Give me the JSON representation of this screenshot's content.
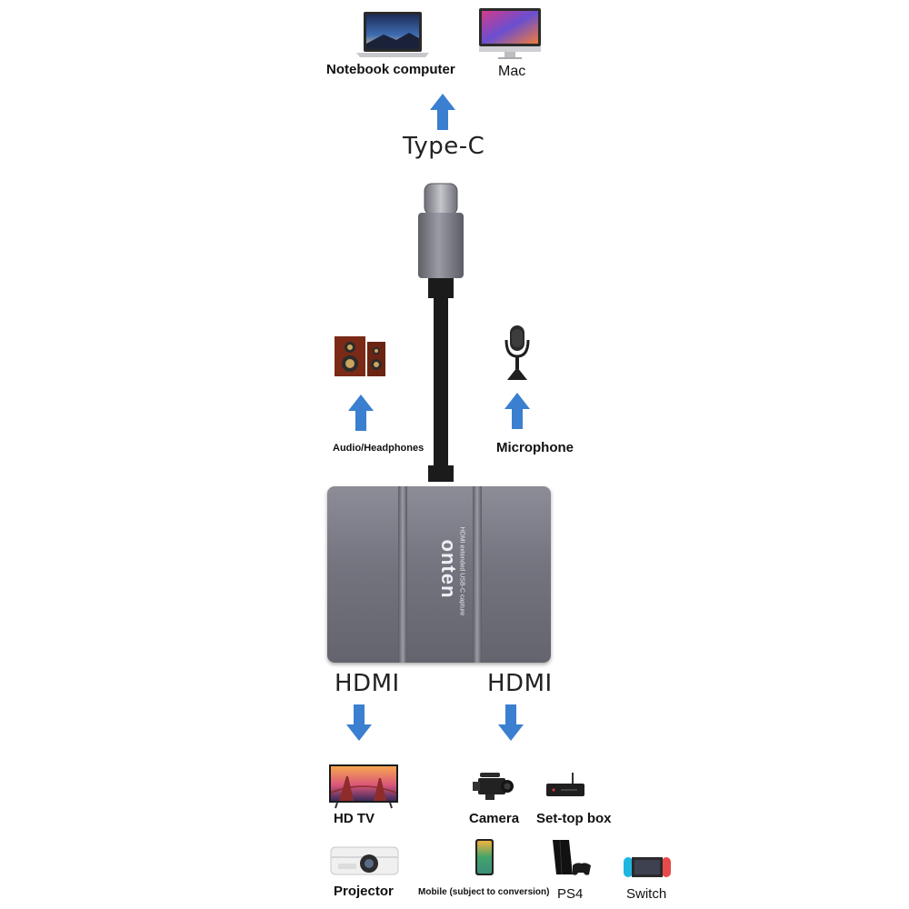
{
  "top": {
    "devices": [
      {
        "label": "Notebook computer",
        "icon": "laptop-icon"
      },
      {
        "label": "Mac",
        "icon": "imac-icon"
      }
    ],
    "port_label": "Type-C"
  },
  "middle": {
    "outputs": [
      {
        "label": "Audio/Headphones",
        "icon": "speakers-icon"
      },
      {
        "label": "Microphone",
        "icon": "microphone-icon"
      }
    ]
  },
  "device": {
    "brand": "onten",
    "subtitle": "HDMI extended USB-C capture"
  },
  "bottom": {
    "left_port_label": "HDMI",
    "right_port_label": "HDMI",
    "left_devices": [
      {
        "label": "HD TV",
        "icon": "tv-icon"
      },
      {
        "label": "Projector",
        "icon": "projector-icon"
      }
    ],
    "right_devices": [
      {
        "label": "Camera",
        "icon": "camera-icon"
      },
      {
        "label": "Set-top box",
        "icon": "set-top-box-icon"
      },
      {
        "label": "Mobile (subject to conversion)",
        "icon": "mobile-icon"
      },
      {
        "label": "PS4",
        "icon": "ps4-icon"
      },
      {
        "label": "Switch",
        "icon": "switch-icon"
      }
    ]
  },
  "colors": {
    "arrow": "#3a7fd0",
    "hub": "#74747f",
    "cable": "#1b1b1b"
  }
}
